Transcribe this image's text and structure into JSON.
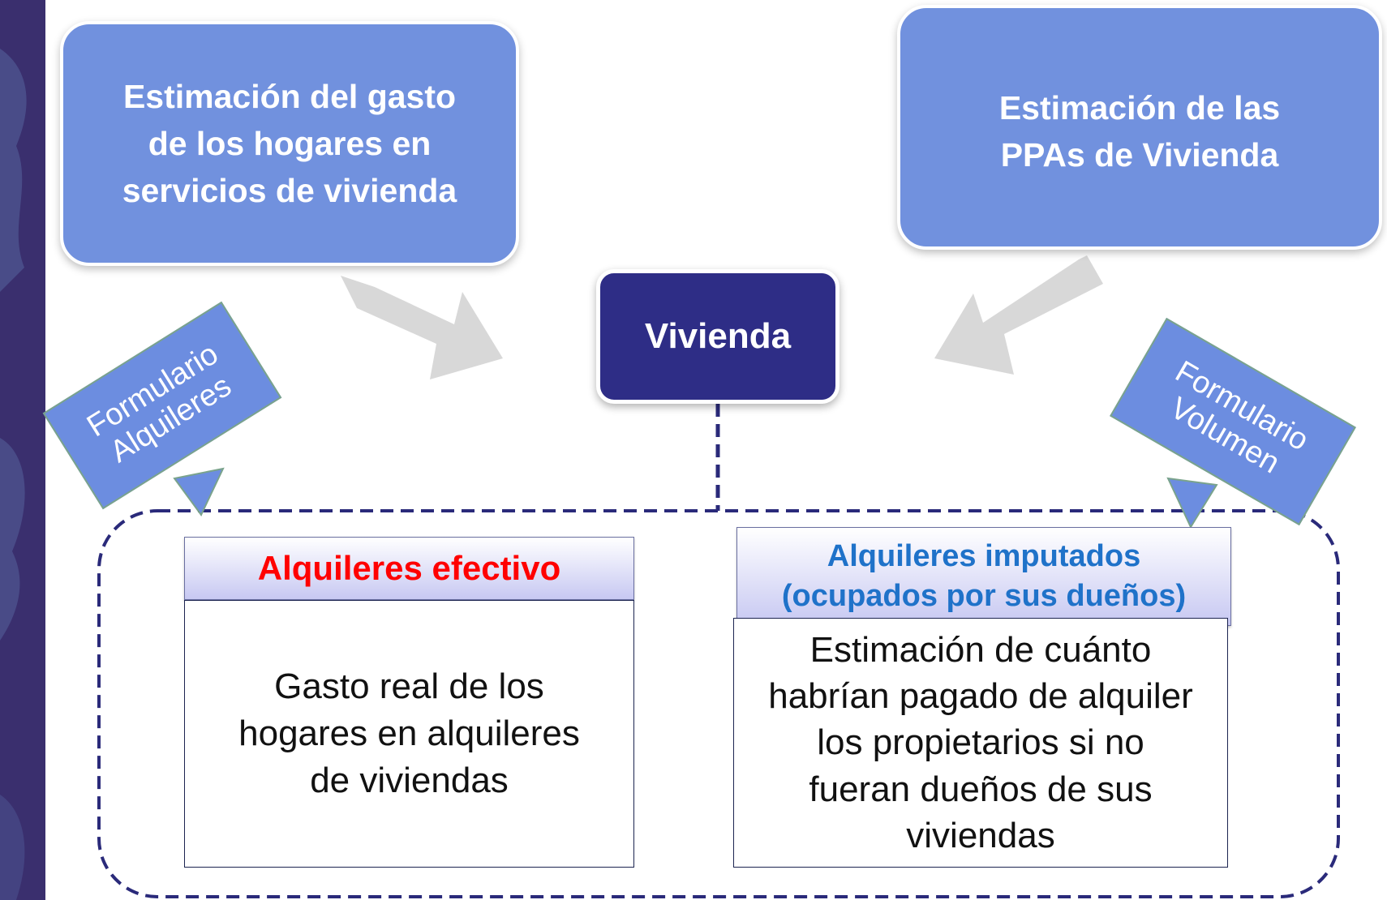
{
  "colors": {
    "sidebar": "#3a2f6e",
    "box_blue": "#7191de",
    "center_box": "#2e2d86",
    "arrow_gray": "#d8d8d8",
    "dashed": "#2a2a7a",
    "red_title": "#ff0000",
    "blue_title": "#1f72c9"
  },
  "boxes": {
    "left": "Estimación del gasto\nde los hogares en\nservicios de vivienda",
    "right": "Estimación de las\nPPAs de Vivienda",
    "center": "Vivienda"
  },
  "tags": {
    "left": "Formulario\nAlquileres",
    "right": "Formulario\nVolumen"
  },
  "panels": {
    "left": {
      "title": "Alquileres efectivo",
      "body": "Gasto real de los\nhogares en alquileres\nde viviendas"
    },
    "right": {
      "title": "Alquileres imputados\n(ocupados por sus dueños)",
      "body": "Estimación de cuánto\nhabrían pagado de alquiler\nlos propietarios si no\nfueran dueños de sus\nviviendas"
    }
  }
}
